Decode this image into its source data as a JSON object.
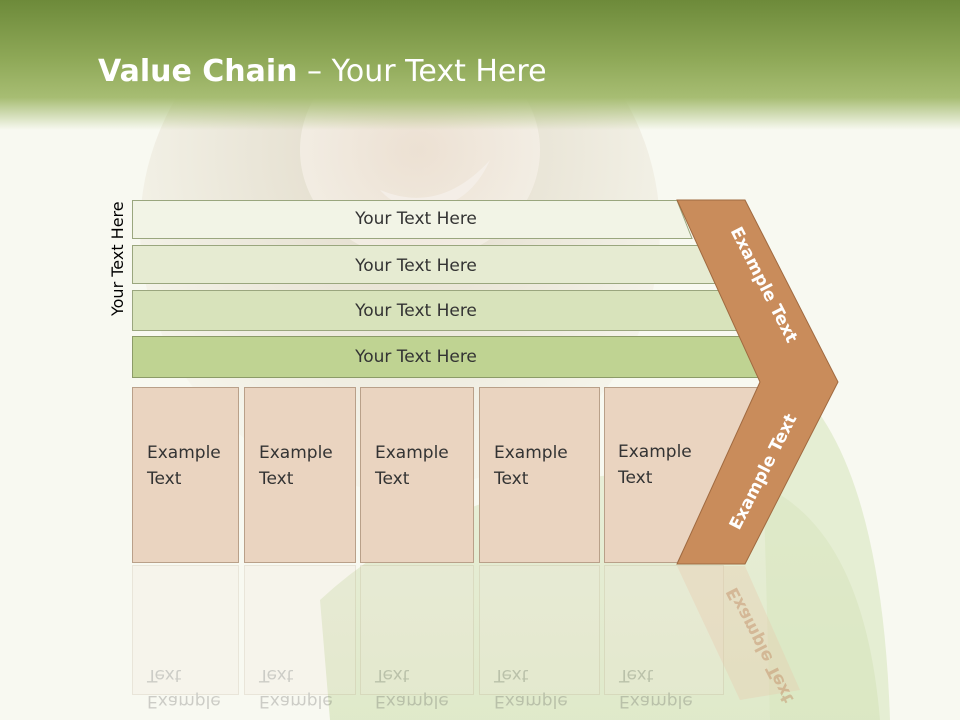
{
  "slide": {
    "title_bold": "Value Chain",
    "title_rest": " – Your Text Here",
    "side_label": "Your Text Here"
  },
  "bars": [
    {
      "label": "Your Text Here",
      "color": "#f2f4e6"
    },
    {
      "label": "Your Text Here",
      "color": "#e6ebd2"
    },
    {
      "label": "Your Text Here",
      "color": "#d8e3bb"
    },
    {
      "label": "Your Text Here",
      "color": "#bfd392"
    }
  ],
  "cells": [
    {
      "text": "Example\nText"
    },
    {
      "text": "Example\nText"
    },
    {
      "text": "Example\nText"
    },
    {
      "text": "Example\nText"
    },
    {
      "text": "Example\nText"
    }
  ],
  "chevron": {
    "upper_label": "Example Text",
    "lower_label": "Example Text",
    "color": "#c98c5b"
  }
}
